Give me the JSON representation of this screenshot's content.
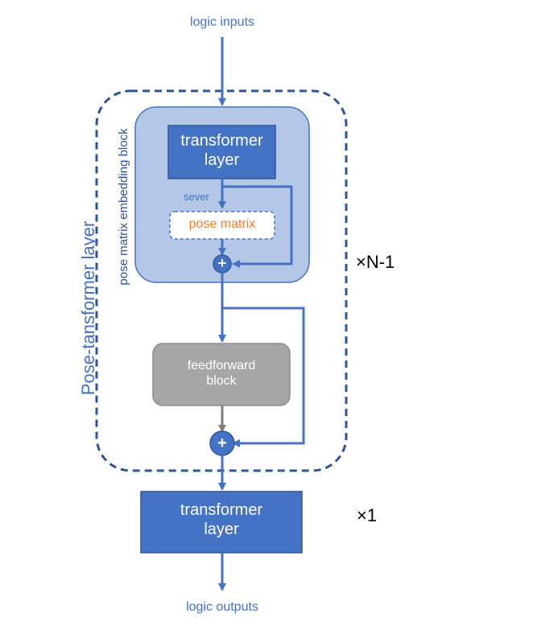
{
  "diagram": {
    "input_label": "logic inputs",
    "output_label": "logic outputs",
    "outer_block_label": "Pose-tansformer layer",
    "inner_block_label": "pose matrix embedding block",
    "transformer_top": {
      "line1": "transformer",
      "line2": "layer"
    },
    "sever_label": "sever",
    "pose_matrix_label": "pose matrix",
    "feedforward": {
      "line1": "feedforward",
      "line2": "block"
    },
    "transformer_bottom": {
      "line1": "transformer",
      "line2": "layer"
    },
    "repeat_outer": "×N-1",
    "repeat_bottom": "×1",
    "plus_symbol": "+",
    "colors": {
      "blue": "#4472c4",
      "dark_blue_border": "#2f5597",
      "light_blue_fill": "#b4c7e7",
      "gray_fill": "#a6a6a6",
      "orange_text": "#ed7d31",
      "gray_arrow": "#7f7f7f"
    }
  }
}
